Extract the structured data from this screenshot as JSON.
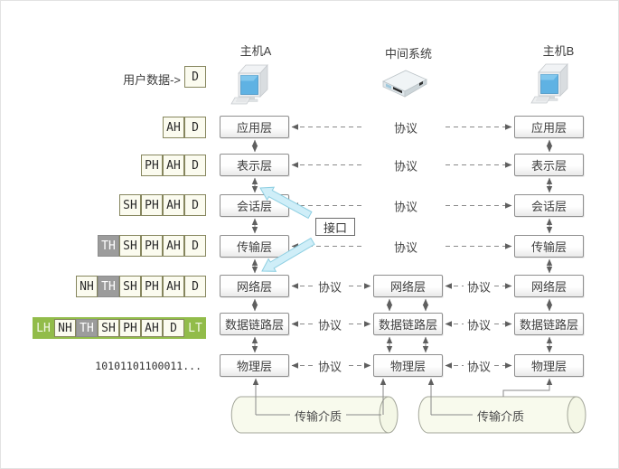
{
  "titles": {
    "host_a": "主机A",
    "middle": "中间系统",
    "host_b": "主机B"
  },
  "labels": {
    "user_data": "用户数据->",
    "protocol": "协议",
    "interface": "接口",
    "medium": "传输介质",
    "binary": "10101101100011..."
  },
  "layers": [
    "应用层",
    "表示层",
    "会话层",
    "传输层",
    "网络层",
    "数据链路层",
    "物理层"
  ],
  "pdu_rows": [
    [
      "D"
    ],
    [
      "AH",
      "D"
    ],
    [
      "PH",
      "AH",
      "D"
    ],
    [
      "SH",
      "PH",
      "AH",
      "D"
    ],
    [
      "TH",
      "SH",
      "PH",
      "AH",
      "D"
    ],
    [
      "NH",
      "TH",
      "SH",
      "PH",
      "AH",
      "D"
    ],
    [
      "LH",
      "NH",
      "TH",
      "SH",
      "PH",
      "AH",
      "D",
      "LT"
    ]
  ],
  "icons": {
    "host_a": "desktop-computer-icon",
    "middle": "router-icon",
    "host_b": "desktop-computer-icon",
    "interface_pointer": "cyan-arrow-icon"
  },
  "colors": {
    "frame_green": "#92bc4a",
    "header_gray": "#9c9c9c",
    "cell_bg": "#fbfbef",
    "cell_border": "#86865e",
    "box_border": "#8f8f8f",
    "line_gray": "#8a8a8a",
    "cyan_arrow_fill": "#cfeef8",
    "cyan_arrow_stroke": "#8ecfe2",
    "cylinder_fill": "#f8faed",
    "screen_blue": "#5fb2e3"
  }
}
